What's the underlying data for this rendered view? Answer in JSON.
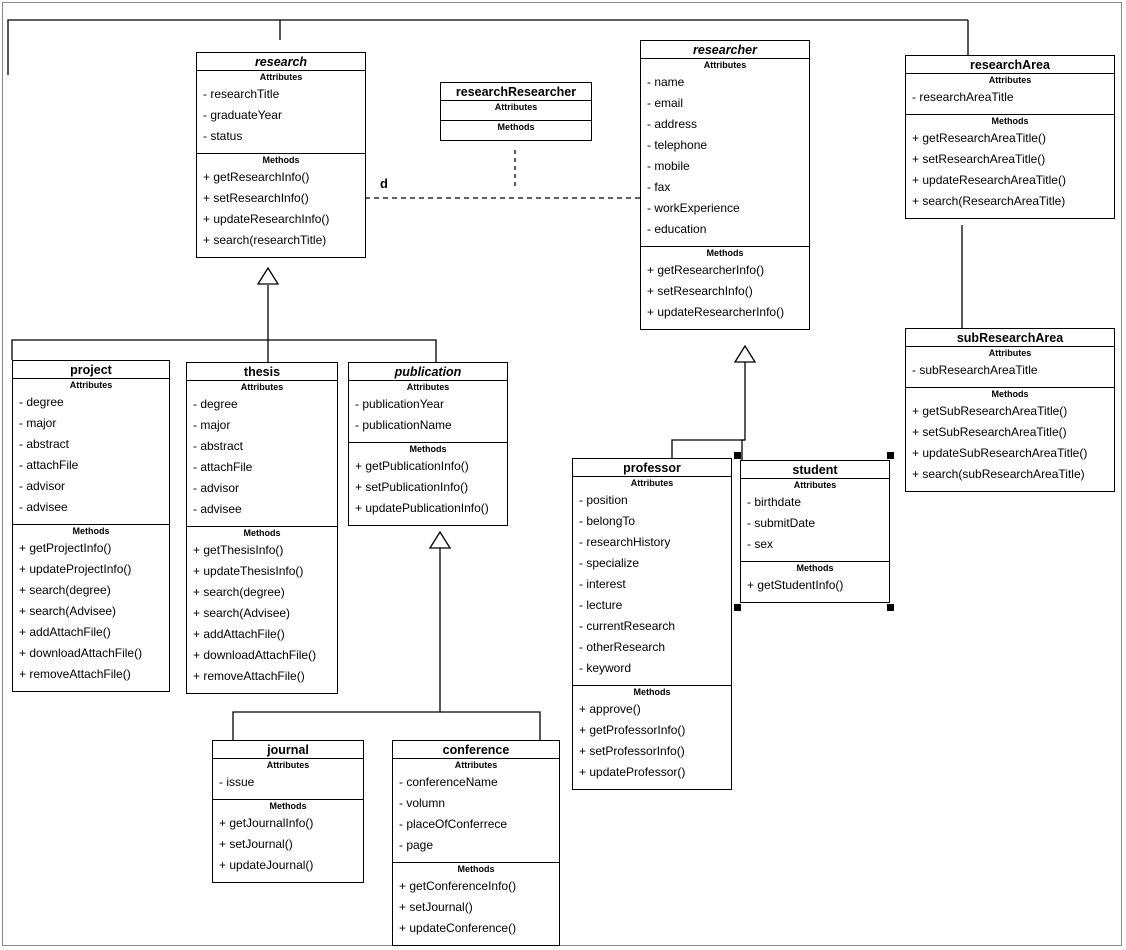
{
  "classes": {
    "research": {
      "name": "research",
      "attributes_label": "Attributes",
      "attributes": [
        "- researchTitle",
        "- graduateYear",
        "- status"
      ],
      "methods_label": "Methods",
      "methods": [
        "+ getResearchInfo()",
        "+ setResearchInfo()",
        "+ updateResearchInfo()",
        "+ search(researchTitle)"
      ]
    },
    "researchResearcher": {
      "name": "researchResearcher",
      "attributes_label": "Attributes",
      "methods_label": "Methods"
    },
    "researcher": {
      "name": "researcher",
      "attributes_label": "Attributes",
      "attributes": [
        "- name",
        "- email",
        "- address",
        "- telephone",
        "- mobile",
        "- fax",
        "- workExperience",
        "- education"
      ],
      "methods_label": "Methods",
      "methods": [
        "+ getResearcherInfo()",
        "+ setResearchInfo()",
        "+ updateResearcherInfo()"
      ]
    },
    "researchArea": {
      "name": "researchArea",
      "attributes_label": "Attributes",
      "attributes": [
        "- researchAreaTitle"
      ],
      "methods_label": "Methods",
      "methods": [
        "+ getResearchAreaTitle()",
        "+ setResearchAreaTitle()",
        "+ updateResearchAreaTitle()",
        "+ search(ResearchAreaTitle)"
      ]
    },
    "subResearchArea": {
      "name": "subResearchArea",
      "attributes_label": "Attributes",
      "attributes": [
        "- subResearchAreaTitle"
      ],
      "methods_label": "Methods",
      "methods": [
        "+ getSubResearchAreaTitle()",
        "+ setSubResearchAreaTitle()",
        "+ updateSubResearchAreaTitle()",
        "+ search(subResearchAreaTitle)"
      ]
    },
    "project": {
      "name": "project",
      "attributes_label": "Attributes",
      "attributes": [
        "- degree",
        "- major",
        "- abstract",
        "- attachFile",
        "- advisor",
        "- advisee"
      ],
      "methods_label": "Methods",
      "methods": [
        "+ getProjectInfo()",
        "+ updateProjectInfo()",
        "+ search(degree)",
        "+ search(Advisee)",
        "+ addAttachFile()",
        "+ downloadAttachFile()",
        "+ removeAttachFile()"
      ]
    },
    "thesis": {
      "name": "thesis",
      "attributes_label": "Attributes",
      "attributes": [
        "- degree",
        "- major",
        "- abstract",
        "- attachFile",
        "- advisor",
        "- advisee"
      ],
      "methods_label": "Methods",
      "methods": [
        "+ getThesisInfo()",
        "+ updateThesisInfo()",
        "+ search(degree)",
        "+ search(Advisee)",
        "+ addAttachFile()",
        "+ downloadAttachFile()",
        "+ removeAttachFile()"
      ]
    },
    "publication": {
      "name": "publication",
      "attributes_label": "Attributes",
      "attributes": [
        "- publicationYear",
        "- publicationName"
      ],
      "methods_label": "Methods",
      "methods": [
        "+ getPublicationInfo()",
        "+ setPublicationInfo()",
        "+ updatePublicationInfo()"
      ]
    },
    "professor": {
      "name": "professor",
      "attributes_label": "Attributes",
      "attributes": [
        "- position",
        "- belongTo",
        "- researchHistory",
        "- specialize",
        "- interest",
        "- lecture",
        "- currentResearch",
        "- otherResearch",
        "- keyword"
      ],
      "methods_label": "Methods",
      "methods": [
        "+ approve()",
        "+ getProfessorInfo()",
        "+ setProfessorInfo()",
        "+ updateProfessor()"
      ]
    },
    "student": {
      "name": "student",
      "attributes_label": "Attributes",
      "attributes": [
        "- birthdate",
        "- submitDate",
        "- sex"
      ],
      "methods_label": "Methods",
      "methods": [
        "+ getStudentInfo()"
      ]
    },
    "journal": {
      "name": "journal",
      "attributes_label": "Attributes",
      "attributes": [
        "- issue"
      ],
      "methods_label": "Methods",
      "methods": [
        "+ getJournalInfo()",
        "+ setJournal()",
        "+ updateJournal()"
      ]
    },
    "conference": {
      "name": "conference",
      "attributes_label": "Attributes",
      "attributes": [
        "- conferenceName",
        "- volumn",
        "- placeOfConferrece",
        "- page"
      ],
      "methods_label": "Methods",
      "methods": [
        "+ getConferenceInfo()",
        "+ setJournal()",
        "+ updateConference()"
      ]
    }
  },
  "stray_label": "d"
}
